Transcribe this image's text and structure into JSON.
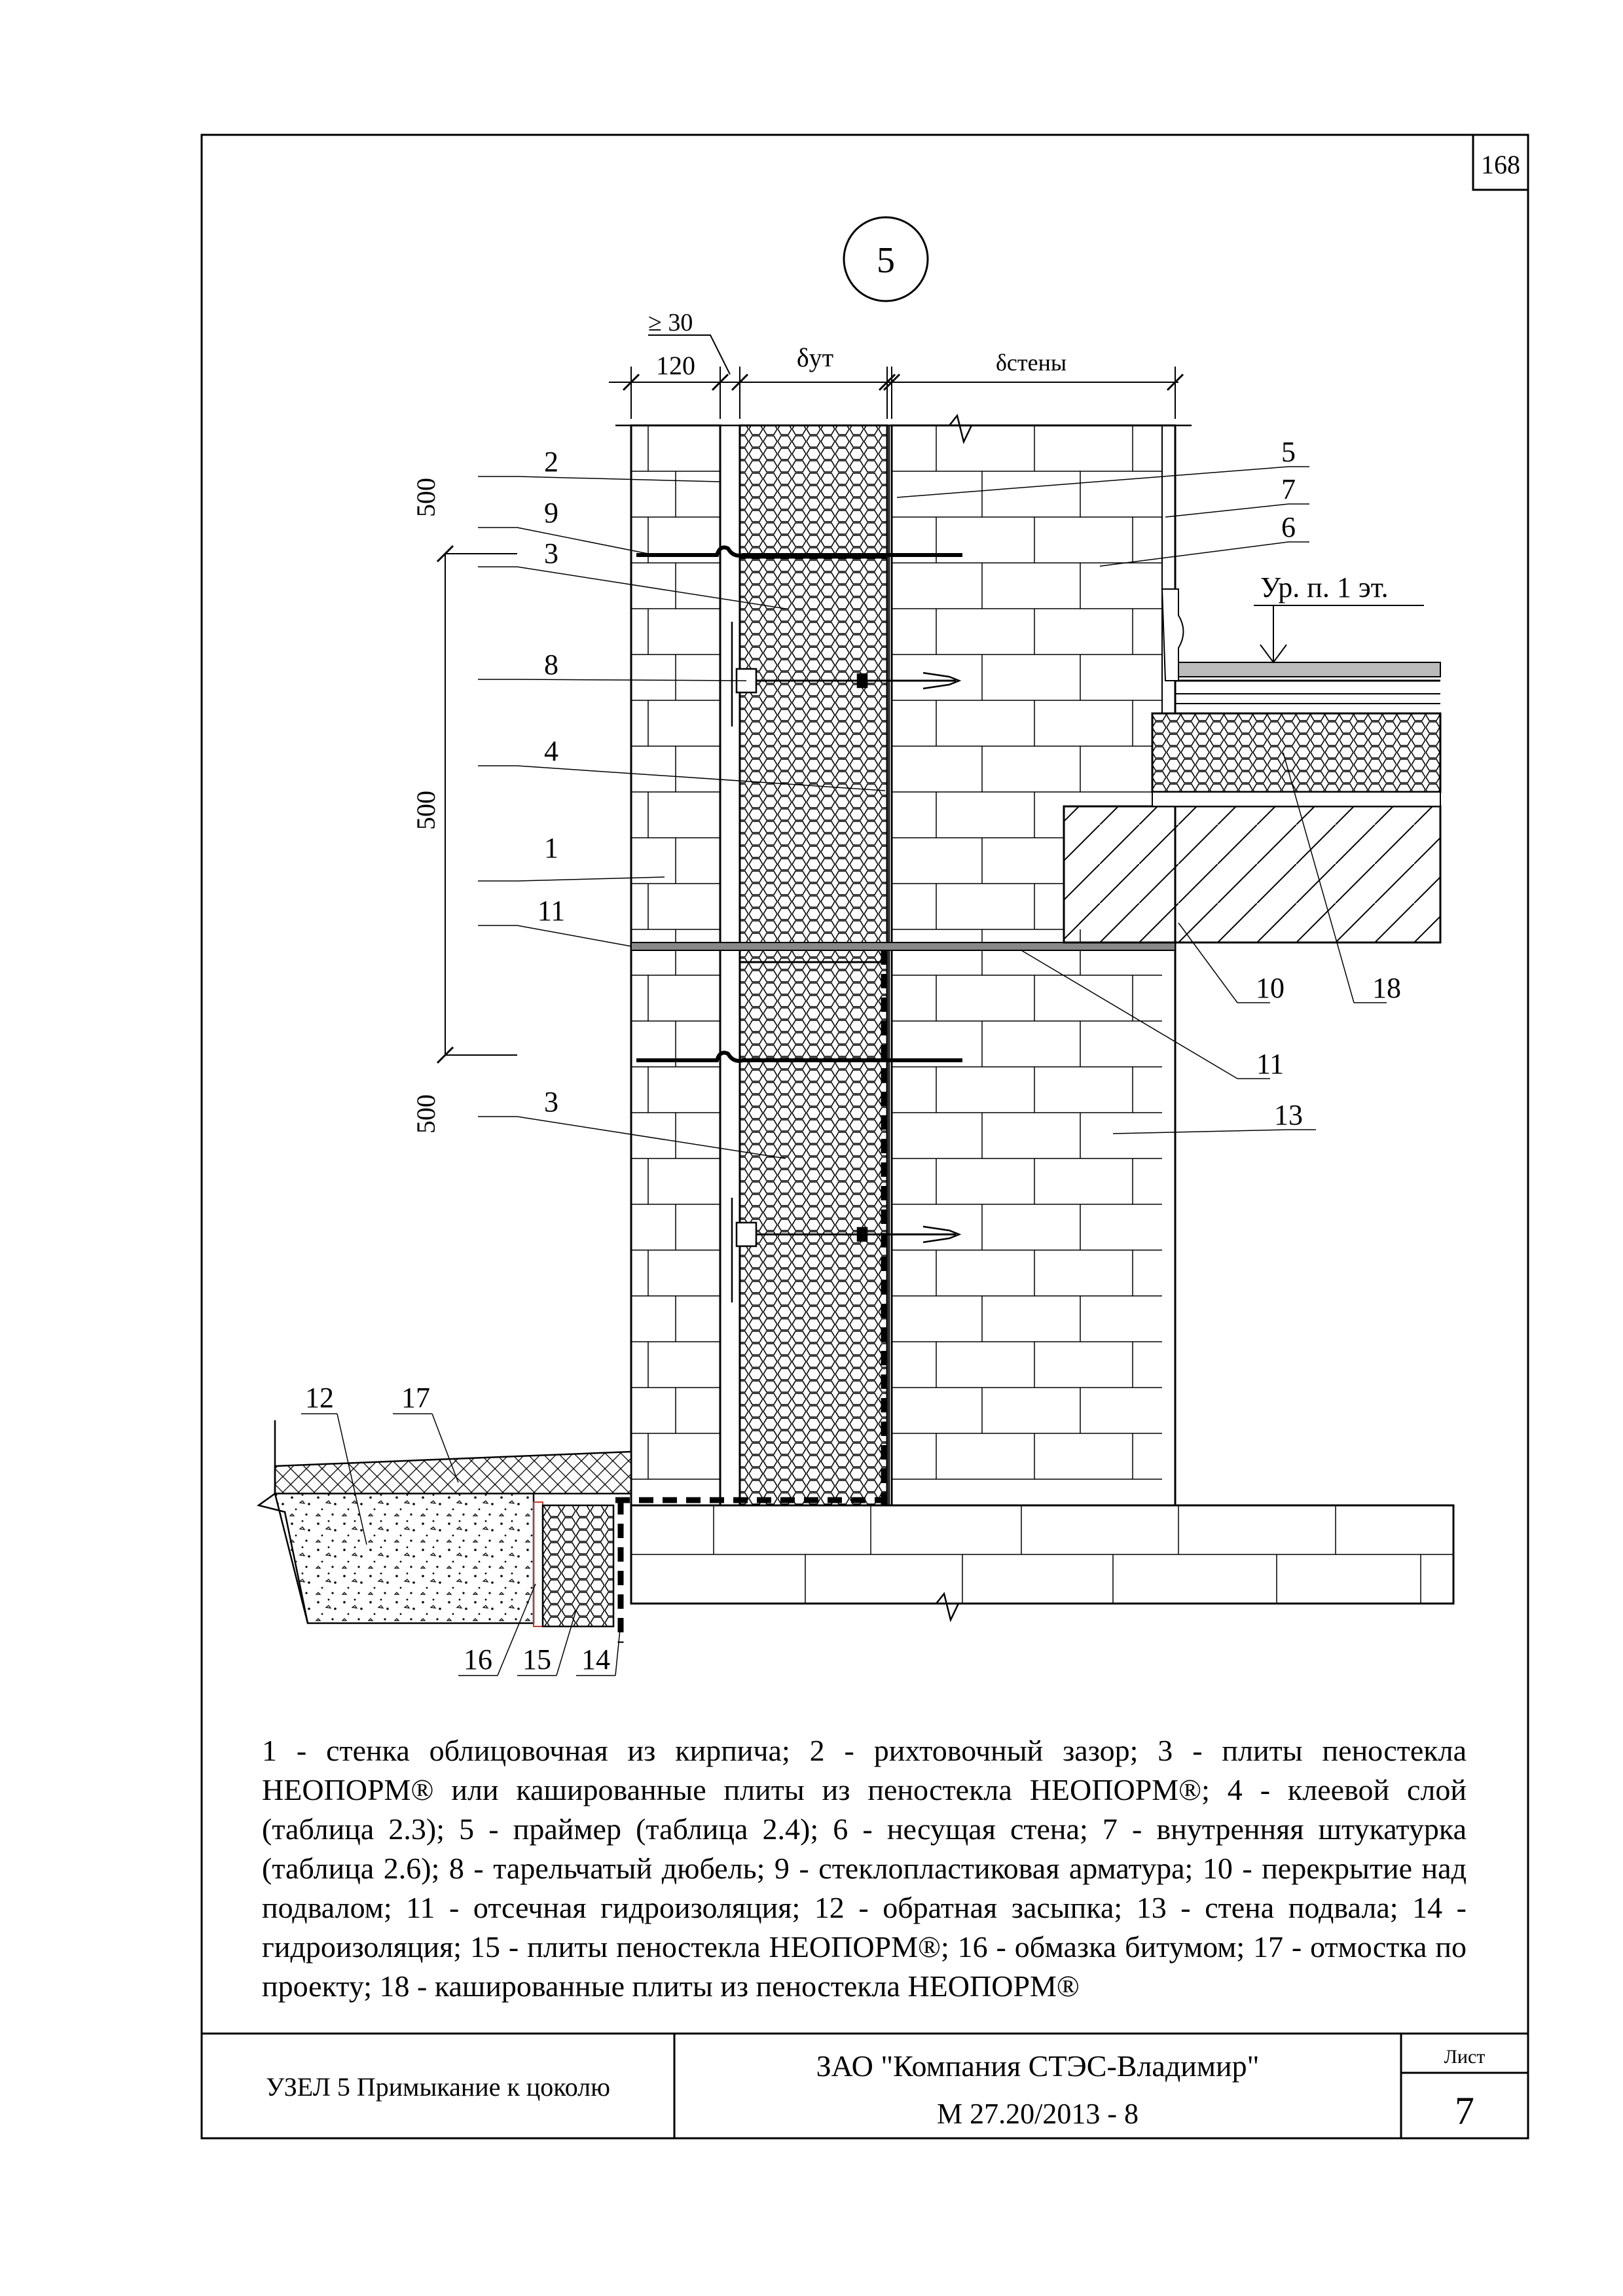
{
  "sheet_number_top": "168",
  "node_number": "5",
  "dimensions": {
    "gap_min": "≥ 30",
    "facing_width": "120",
    "insulation_thickness": "δут",
    "wall_thickness": "δстены",
    "height_top": "500",
    "height_middle": "500",
    "height_bottom": "500"
  },
  "floor_level_label": "Ур. п. 1 эт.",
  "callouts": {
    "c1": "1",
    "c2": "2",
    "c3a": "3",
    "c3b": "3",
    "c4": "4",
    "c5": "5",
    "c6": "6",
    "c7": "7",
    "c8": "8",
    "c9": "9",
    "c10": "10",
    "c11a": "11",
    "c11b": "11",
    "c12": "12",
    "c13": "13",
    "c14": "14",
    "c15": "15",
    "c16": "16",
    "c17": "17",
    "c18": "18"
  },
  "legend_text": "1 - стенка облицовочная из кирпича; 2 - рихтовочный зазор; 3 - плиты пеностекла НЕОПОРМ® или кашированные плиты из пеностекла НЕОПОРМ®; 4 - клеевой слой (таблица 2.3); 5 - праймер (таблица 2.4); 6 - несущая стена; 7 - внутренняя штукатурка (таблица 2.6); 8 - тарельчатый дюбель; 9 - стеклопластиковая арматура; 10 - перекрытие над подвалом; 11 - отсечная гидроизоляция; 12 - обратная засыпка; 13 - стена подвала; 14 - гидроизоляция; 15 - плиты пеностекла НЕОПОРМ®; 16 - обмазка битумом; 17 - отмостка по проекту; 18 - кашированные плиты из пеностекла НЕОПОРМ®",
  "title_block": {
    "node_title": "УЗЕЛ 5 Примыкание к цоколю",
    "company": "ЗАО \"Компания СТЭС-Владимир\"",
    "document_code": "М 27.20/2013 - 8",
    "sheet_label": "Лист",
    "sheet_number": "7"
  }
}
